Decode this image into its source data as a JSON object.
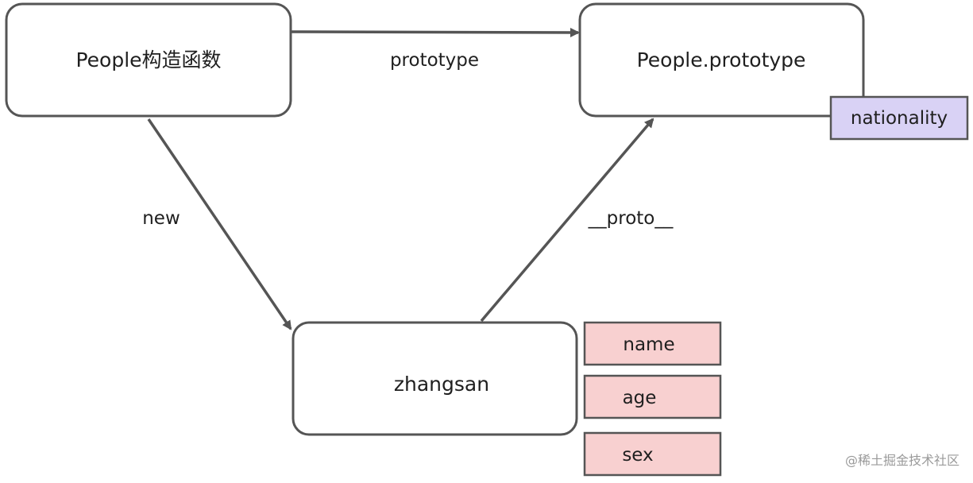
{
  "nodes": {
    "constructor": {
      "label": "People构造函数"
    },
    "prototype": {
      "label": "People.prototype"
    },
    "instance": {
      "label": "zhangsan"
    }
  },
  "edges": {
    "prototype": {
      "label": "prototype"
    },
    "new": {
      "label": "new"
    },
    "proto": {
      "label": "__proto__"
    }
  },
  "prototype_props": [
    "nationality"
  ],
  "instance_props": [
    "name",
    "age",
    "sex"
  ],
  "watermark": "@稀土掘金技术社区",
  "colors": {
    "node_border": "#555555",
    "edge": "#555555",
    "prototype_prop_fill": "#d9d2f5",
    "instance_prop_fill": "#f8d0d0"
  }
}
